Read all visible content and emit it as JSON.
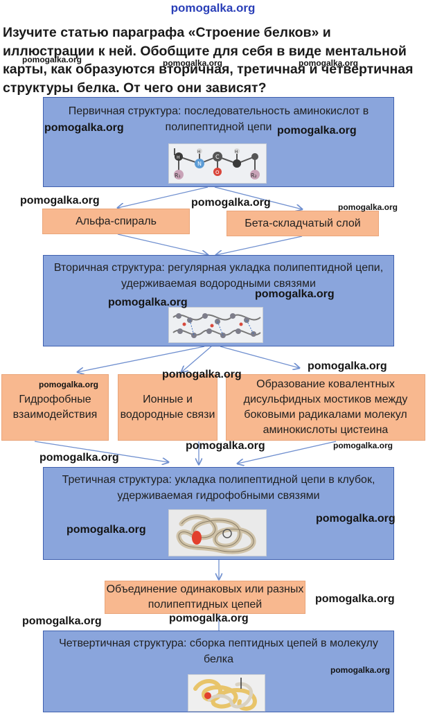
{
  "site_header": "pomogalka.org",
  "question": "Изучите статью параграфа «Строение белков» и иллюстрации к ней. Обобщите для себя в виде ментальной карты, как образуются вторичная, третичная и четвертичная структуры белка. От чего они зависят?",
  "watermark": "pomogalka.org",
  "boxes": {
    "primary": "Первичная структура: последовательность аминокислот в полипептидной цепи",
    "alpha": "Альфа-спираль",
    "beta": "Бета-складчатый слой",
    "secondary": "Вторичная структура: регулярная укладка полипептидной цепи, удерживаемая водородными связями",
    "hydrophobic": "Гидрофобные взаимодействия",
    "ionic": "Ионные и водородные связи",
    "disulfide": "Образование ковалентных дисульфидных мостиков между боковыми радикалами молекул аминокислоты цистеина",
    "tertiary": "Третичная структура: укладка полипептидной цепи в клубок, удерживаемая гидрофобными связями",
    "union": "Объединение одинаковых или разных полипептидных цепей",
    "quaternary": "Четвертичная структура: сборка пептидных цепей в молекулу белка"
  },
  "molecule_labels": {
    "r1": "R₁",
    "r2": "R₂",
    "h1": "H",
    "h2": "H",
    "h3": "H",
    "n": "N",
    "c": "C",
    "o": "O"
  },
  "colors": {
    "blue_fill": "#8aa5dc",
    "blue_border": "#3e5fae",
    "orange_fill": "#f8b88f",
    "arrow": "#6f8fcf",
    "header": "#2a3fb8"
  }
}
